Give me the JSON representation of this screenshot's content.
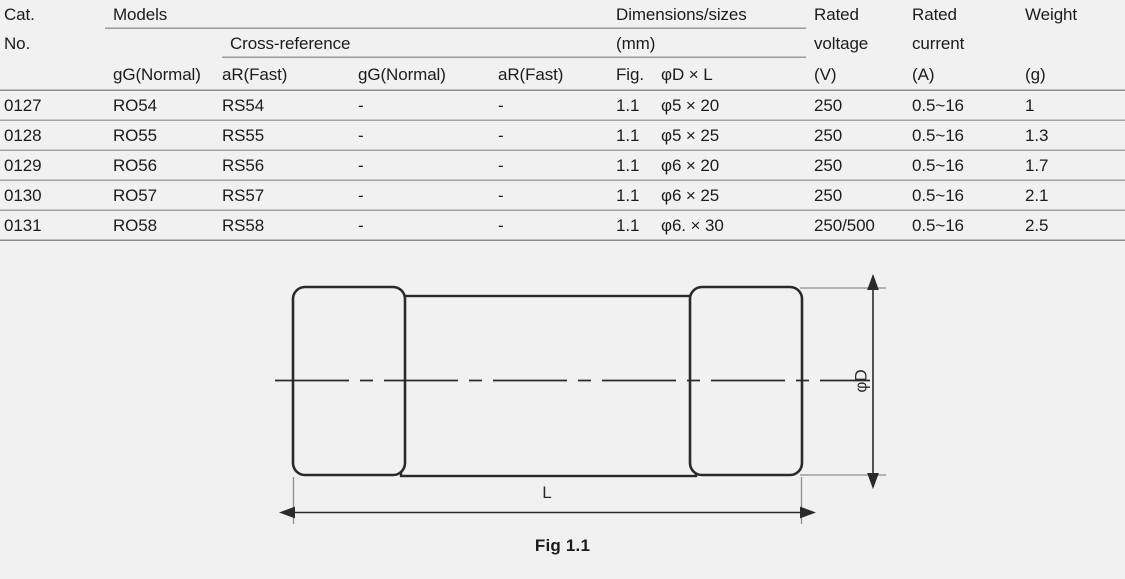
{
  "table": {
    "header": {
      "cat_no_line1": "Cat.",
      "cat_no_line2": "No.",
      "models": "Models",
      "cross_reference": "Cross-reference",
      "dimensions_line1": "Dimensions/sizes",
      "dimensions_line2": "(mm)",
      "rated_voltage_line1": "Rated",
      "rated_voltage_line2": "voltage",
      "rated_voltage_unit": "(V)",
      "rated_current_line1": "Rated",
      "rated_current_line2": "current",
      "rated_current_unit": "(A)",
      "weight": "Weight",
      "weight_unit": "(g)",
      "sub": {
        "models_gg": "gG(Normal)",
        "models_ar": "aR(Fast)",
        "xref_gg": "gG(Normal)",
        "xref_ar": "aR(Fast)",
        "fig": "Fig.",
        "size": "φD × L"
      }
    },
    "rows": [
      {
        "cat_no": "0127",
        "model_gg": "RO54",
        "model_ar": "RS54",
        "xref_gg": "-",
        "xref_ar": "-",
        "fig": "1.1",
        "size": "φ5 × 20",
        "rated_voltage": "250",
        "rated_current": "0.5~16",
        "weight": "1"
      },
      {
        "cat_no": "0128",
        "model_gg": "RO55",
        "model_ar": "RS55",
        "xref_gg": "-",
        "xref_ar": "-",
        "fig": "1.1",
        "size": "φ5 × 25",
        "rated_voltage": "250",
        "rated_current": "0.5~16",
        "weight": "1.3"
      },
      {
        "cat_no": "0129",
        "model_gg": "RO56",
        "model_ar": "RS56",
        "xref_gg": "-",
        "xref_ar": "-",
        "fig": "1.1",
        "size": "φ6 × 20",
        "rated_voltage": "250",
        "rated_current": "0.5~16",
        "weight": "1.7"
      },
      {
        "cat_no": "0130",
        "model_gg": "RO57",
        "model_ar": "RS57",
        "xref_gg": "-",
        "xref_ar": "-",
        "fig": "1.1",
        "size": "φ6 × 25",
        "rated_voltage": "250",
        "rated_current": "0.5~16",
        "weight": "2.1"
      },
      {
        "cat_no": "0131",
        "model_gg": "RO58",
        "model_ar": "RS58",
        "xref_gg": "-",
        "xref_ar": "-",
        "fig": "1.1",
        "size": "φ6. × 30",
        "rated_voltage": "250/500",
        "rated_current": "0.5~16",
        "weight": "2.5"
      }
    ]
  },
  "figure": {
    "caption": "Fig 1.1",
    "length_label": "L",
    "diameter_label": "φD"
  },
  "colors": {
    "background": "#f1f1f1",
    "text": "#1c1c1c",
    "rule": "#9a9a9e",
    "drawing_line": "#2a2a2a"
  }
}
